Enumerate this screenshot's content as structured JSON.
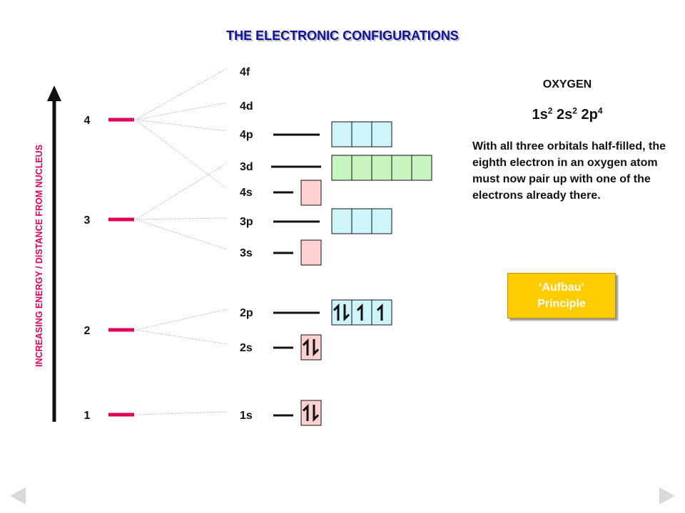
{
  "title": "THE ELECTRONIC CONFIGURATIONS",
  "axis_label": "INCREASING ENERGY / DISTANCE FROM NUCLEUS",
  "shells": [
    "1",
    "2",
    "3",
    "4"
  ],
  "orbitals": [
    {
      "label": "1s",
      "boxes": 1,
      "electrons": [
        "1l"
      ]
    },
    {
      "label": "2s",
      "boxes": 1,
      "electrons": [
        "1l"
      ]
    },
    {
      "label": "2p",
      "boxes": 3,
      "electrons": [
        "1l",
        "1",
        "1"
      ]
    },
    {
      "label": "3s",
      "boxes": 1,
      "electrons": []
    },
    {
      "label": "3p",
      "boxes": 3,
      "electrons": []
    },
    {
      "label": "4s",
      "boxes": 1,
      "electrons": []
    },
    {
      "label": "3d",
      "boxes": 5,
      "electrons": []
    },
    {
      "label": "4p",
      "boxes": 3,
      "electrons": []
    },
    {
      "label": "4d",
      "boxes": 0,
      "electrons": []
    },
    {
      "label": "4f",
      "boxes": 0,
      "electrons": []
    }
  ],
  "element": "OXYGEN",
  "configuration": [
    {
      "orbital": "1s",
      "count": "2"
    },
    {
      "orbital": "2s",
      "count": "2"
    },
    {
      "orbital": "2p",
      "count": "4"
    }
  ],
  "description": "With all three orbitals half-filled, the eighth electron in an oxygen atom must now pair up with one of the electrons already there.",
  "aufbau": {
    "line1": "‘Aufbau’",
    "line2": "Principle"
  },
  "colors": {
    "shell_bar": "#e0005a",
    "axis": "#111111",
    "s_box": "#ffd0d0",
    "p_box": "#cdf5fa",
    "d_box": "#c8f5c0",
    "button": "#ffcc00"
  }
}
